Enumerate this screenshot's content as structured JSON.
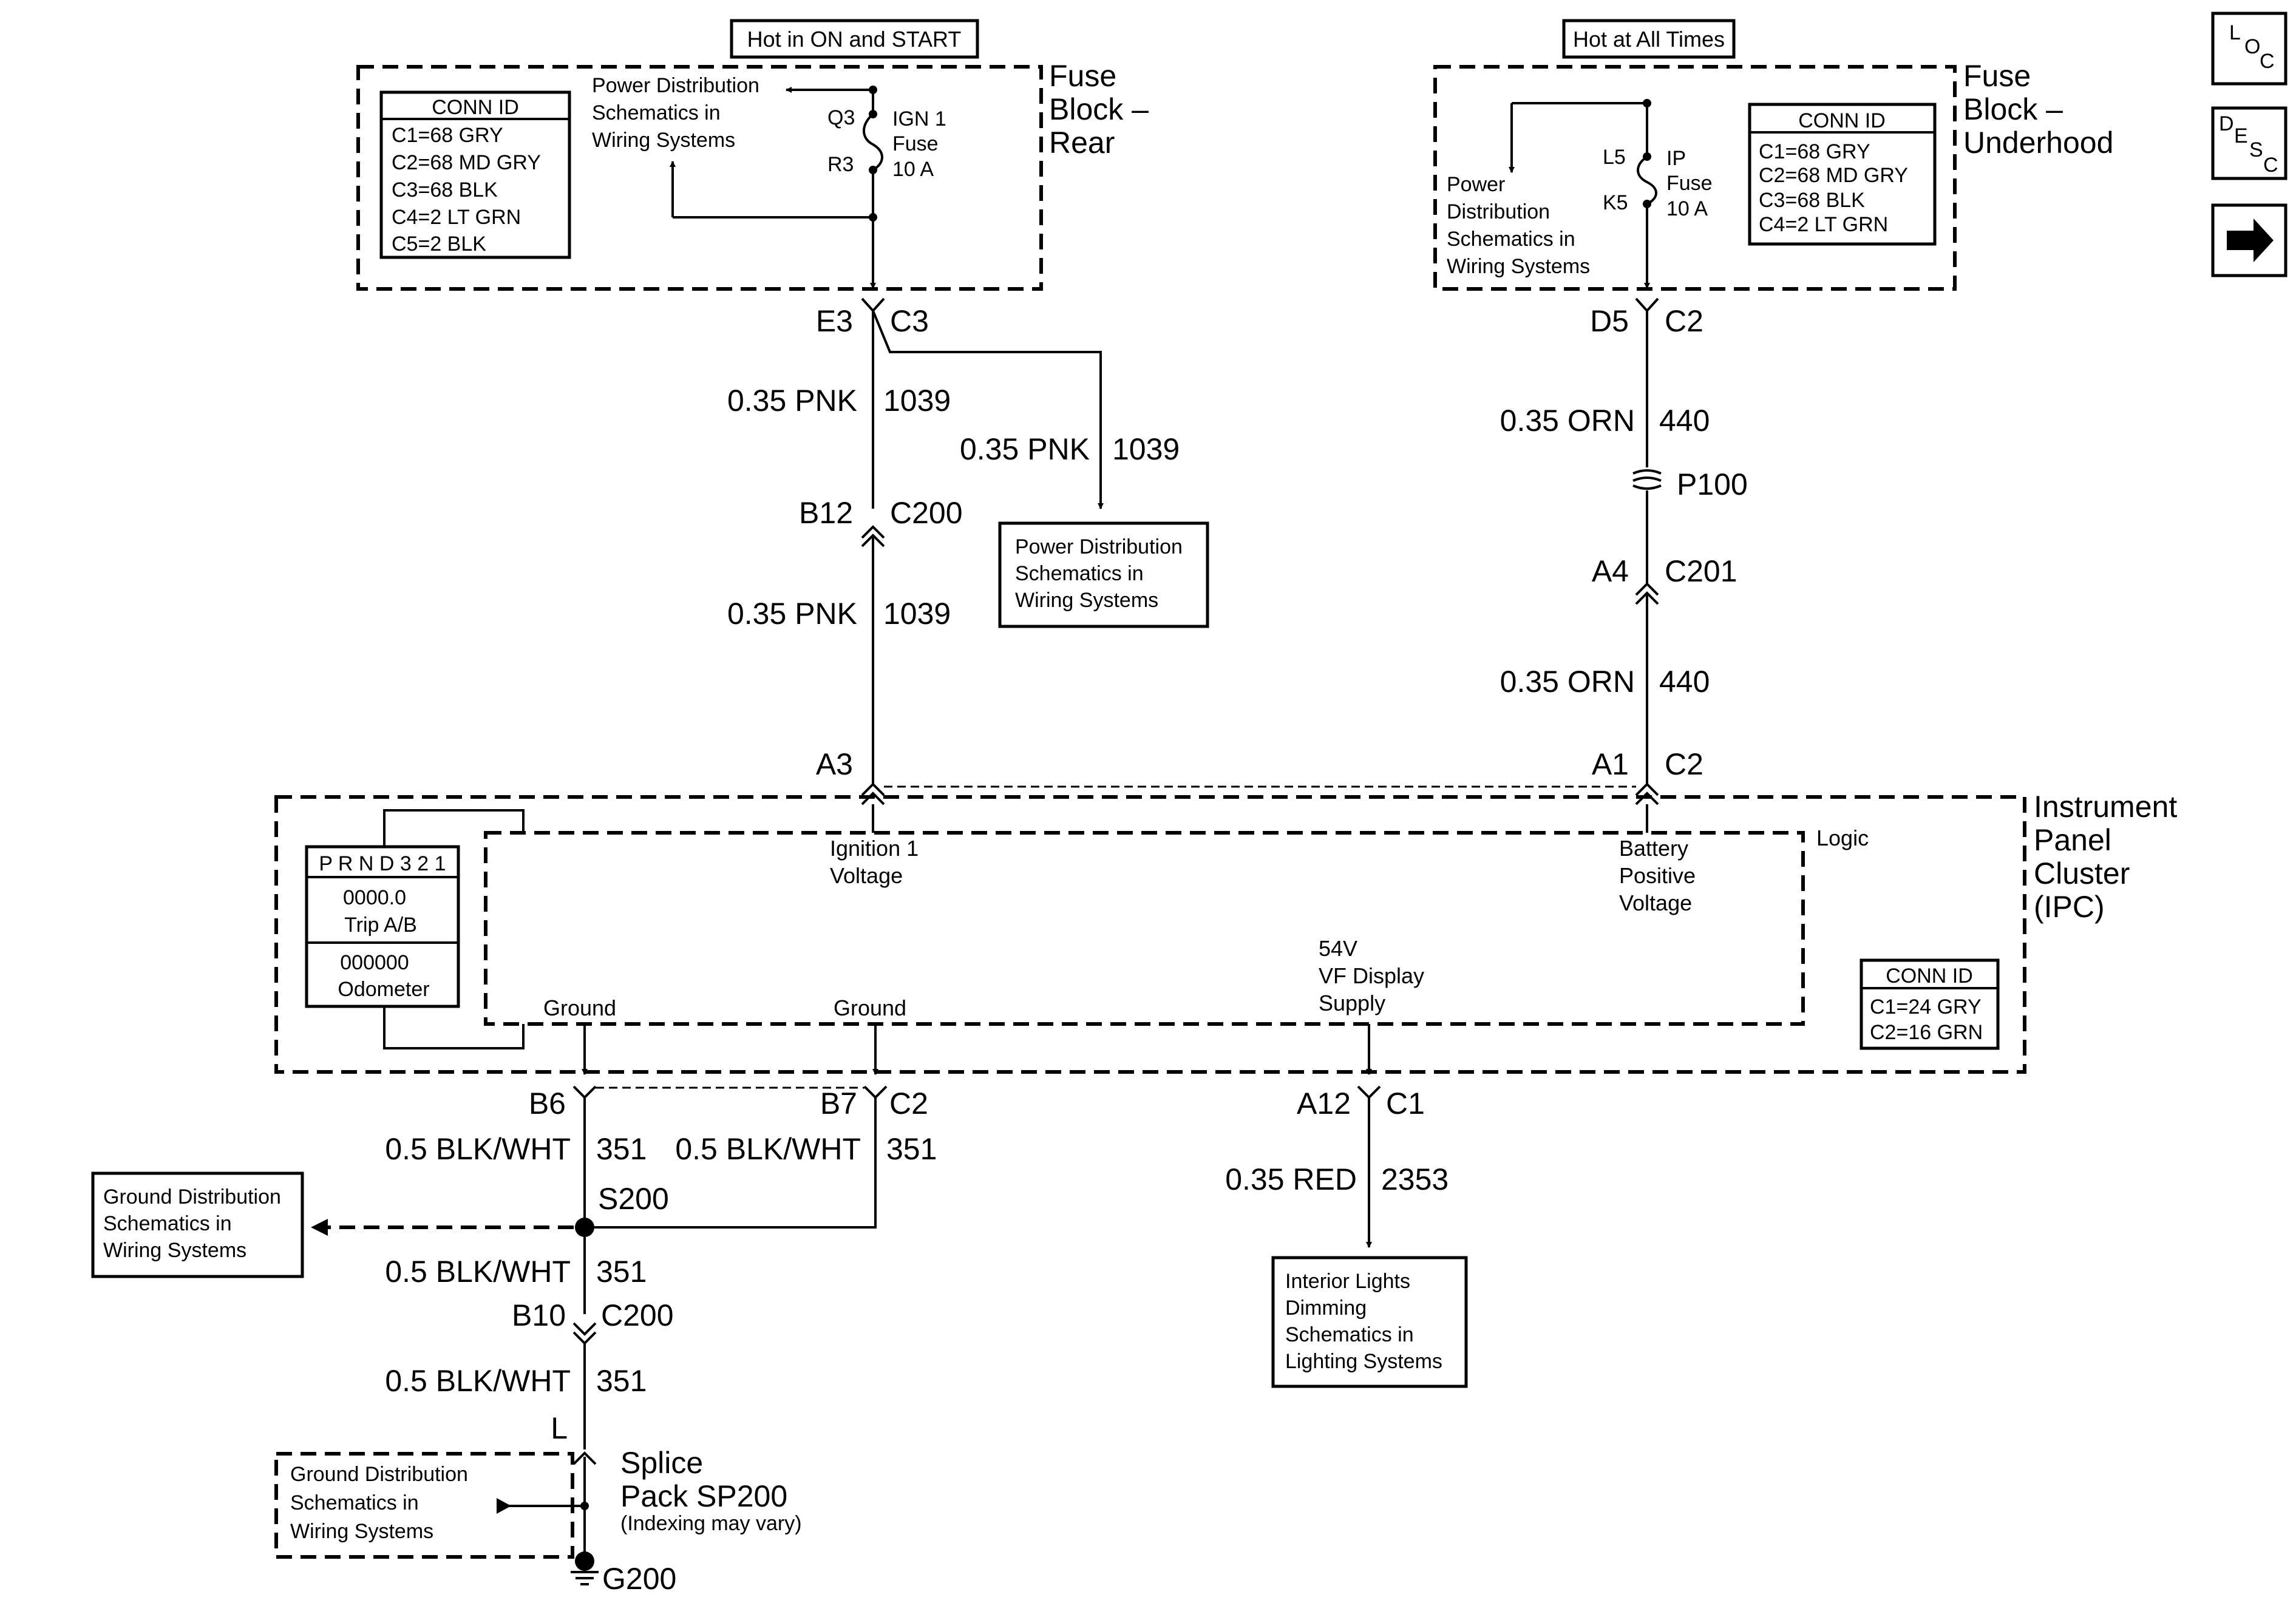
{
  "header_labels": {
    "hot_on_start": "Hot in ON and START",
    "hot_all_times": "Hot at All Times"
  },
  "side_buttons": {
    "loc": [
      "L",
      "O",
      "C"
    ],
    "desc": [
      "D",
      "E",
      "S",
      "C"
    ],
    "next_icon": "arrow-right-icon"
  },
  "fuse_rear": {
    "title": [
      "Fuse",
      "Block –",
      "Rear"
    ],
    "conn_id_title": "CONN ID",
    "conn_ids": [
      "C1=68 GRY",
      "C2=68 MD GRY",
      "C3=68 BLK",
      "C4=2 LT GRN",
      "C5=2 BLK"
    ],
    "pd_ref": [
      "Power Distribution",
      "Schematics in",
      "Wiring Systems"
    ],
    "pin_top": "Q3",
    "pin_bottom": "R3",
    "fuse_label": [
      "IGN 1",
      "Fuse",
      "10 A"
    ]
  },
  "fuse_underhood": {
    "title": [
      "Fuse",
      "Block –",
      "Underhood"
    ],
    "conn_id_title": "CONN ID",
    "conn_ids": [
      "C1=68 GRY",
      "C2=68 MD GRY",
      "C3=68 BLK",
      "C4=2 LT GRN"
    ],
    "pd_ref": [
      "Power",
      "Distribution",
      "Schematics in",
      "Wiring Systems"
    ],
    "pin_top": "L5",
    "pin_bottom": "K5",
    "fuse_label": [
      "IP",
      "Fuse",
      "10 A"
    ]
  },
  "left_circuit": {
    "conn_e3": "E3",
    "conn_c3": "C3",
    "wire1_color": "0.35 PNK",
    "wire1_num": "1039",
    "branch_color": "0.35 PNK",
    "branch_num": "1039",
    "branch_ref": [
      "Power Distribution",
      "Schematics in",
      "Wiring Systems"
    ],
    "conn_b12": "B12",
    "conn_c200": "C200",
    "wire2_color": "0.35 PNK",
    "wire2_num": "1039",
    "conn_a3": "A3"
  },
  "right_circuit": {
    "conn_d5": "D5",
    "conn_c2": "C2",
    "wire1_color": "0.35 ORN",
    "wire1_num": "440",
    "pass_through": "P100",
    "conn_a4": "A4",
    "conn_c201": "C201",
    "wire2_color": "0.35 ORN",
    "wire2_num": "440",
    "conn_a1": "A1",
    "conn_c2b": "C2"
  },
  "ipc": {
    "title": [
      "Instrument",
      "Panel",
      "Cluster",
      "(IPC)"
    ],
    "logic": "Logic",
    "ign_voltage": [
      "Ignition 1",
      "Voltage"
    ],
    "batt_voltage": [
      "Battery",
      "Positive",
      "Voltage"
    ],
    "vf_supply": [
      "54V",
      "VF Display",
      "Supply"
    ],
    "ground1": "Ground",
    "ground2": "Ground",
    "display_prnd": "P R N D 3 2 1",
    "display_trip_value": "0000.0",
    "display_trip_label": "Trip A/B",
    "display_odo_value": "000000",
    "display_odo_label": "Odometer",
    "conn_id_title": "CONN ID",
    "conn_ids": [
      "C1=24 GRY",
      "C2=16 GRN"
    ]
  },
  "ground_circuit": {
    "conn_b6": "B6",
    "conn_b7": "B7",
    "conn_c2": "C2",
    "wire_a_color": "0.5 BLK/WHT",
    "wire_a_num": "351",
    "wire_b_color": "0.5 BLK/WHT",
    "wire_b_num": "351",
    "splice": "S200",
    "gd_ref": [
      "Ground Distribution",
      "Schematics in",
      "Wiring Systems"
    ],
    "wire_c_color": "0.5 BLK/WHT",
    "wire_c_num": "351",
    "conn_b10": "B10",
    "conn_c200": "C200",
    "wire_d_color": "0.5 BLK/WHT",
    "wire_d_num": "351",
    "pin_l": "L",
    "splice_pack": [
      "Splice",
      "Pack SP200"
    ],
    "splice_note": "(Indexing may vary)",
    "gd_ref2": [
      "Ground Distribution",
      "Schematics in",
      "Wiring Systems"
    ],
    "ground_id": "G200"
  },
  "dimming_circuit": {
    "conn_a12": "A12",
    "conn_c1": "C1",
    "wire_color": "0.35 RED",
    "wire_num": "2353",
    "ref": [
      "Interior Lights",
      "Dimming",
      "Schematics in",
      "Lighting Systems"
    ]
  }
}
